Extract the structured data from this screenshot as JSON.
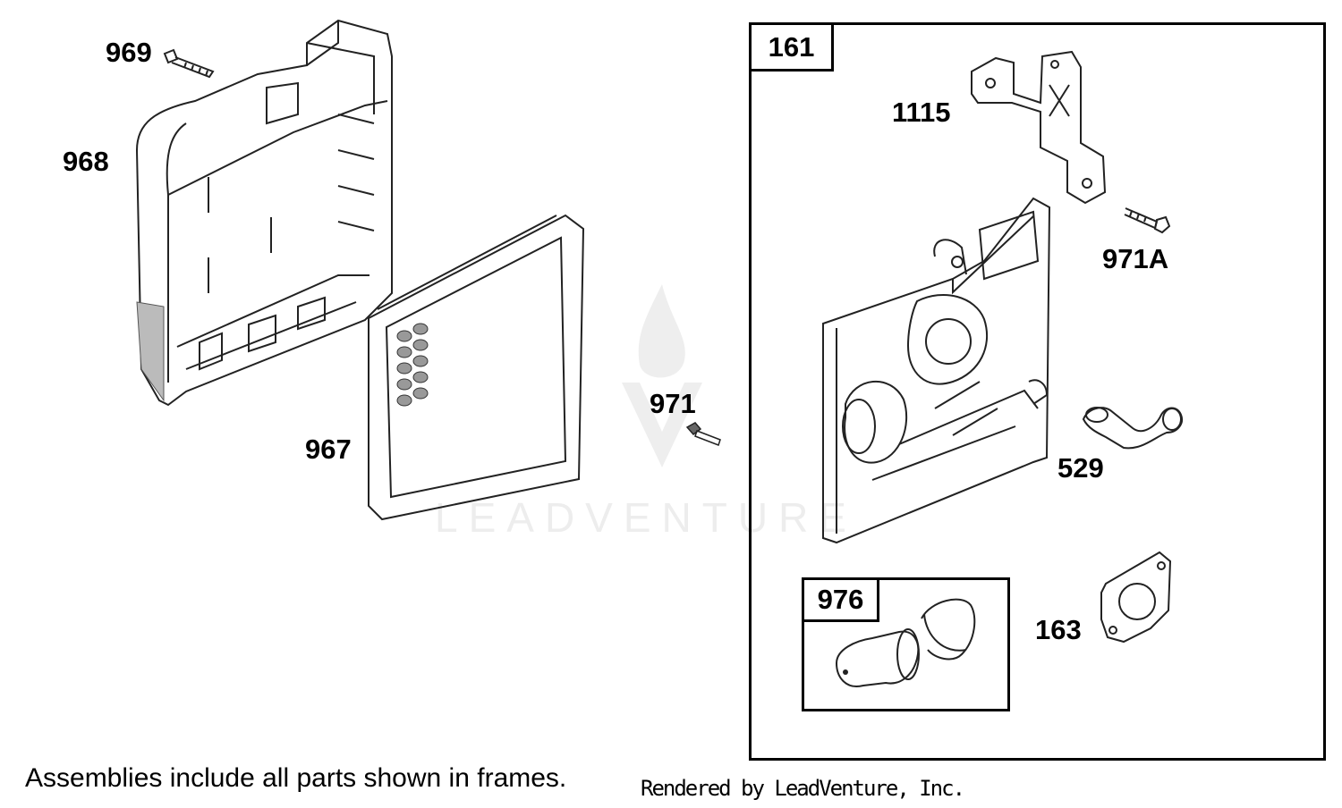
{
  "diagram": {
    "parts": {
      "p969": "969",
      "p968": "968",
      "p967": "967",
      "p971": "971",
      "p161": "161",
      "p1115": "1115",
      "p971a": "971A",
      "p529": "529",
      "p976": "976",
      "p163": "163"
    },
    "footer_note": "Assemblies include all parts shown in frames.",
    "credit": "Rendered by LeadVenture, Inc.",
    "watermark": "LEADVENTURE"
  }
}
